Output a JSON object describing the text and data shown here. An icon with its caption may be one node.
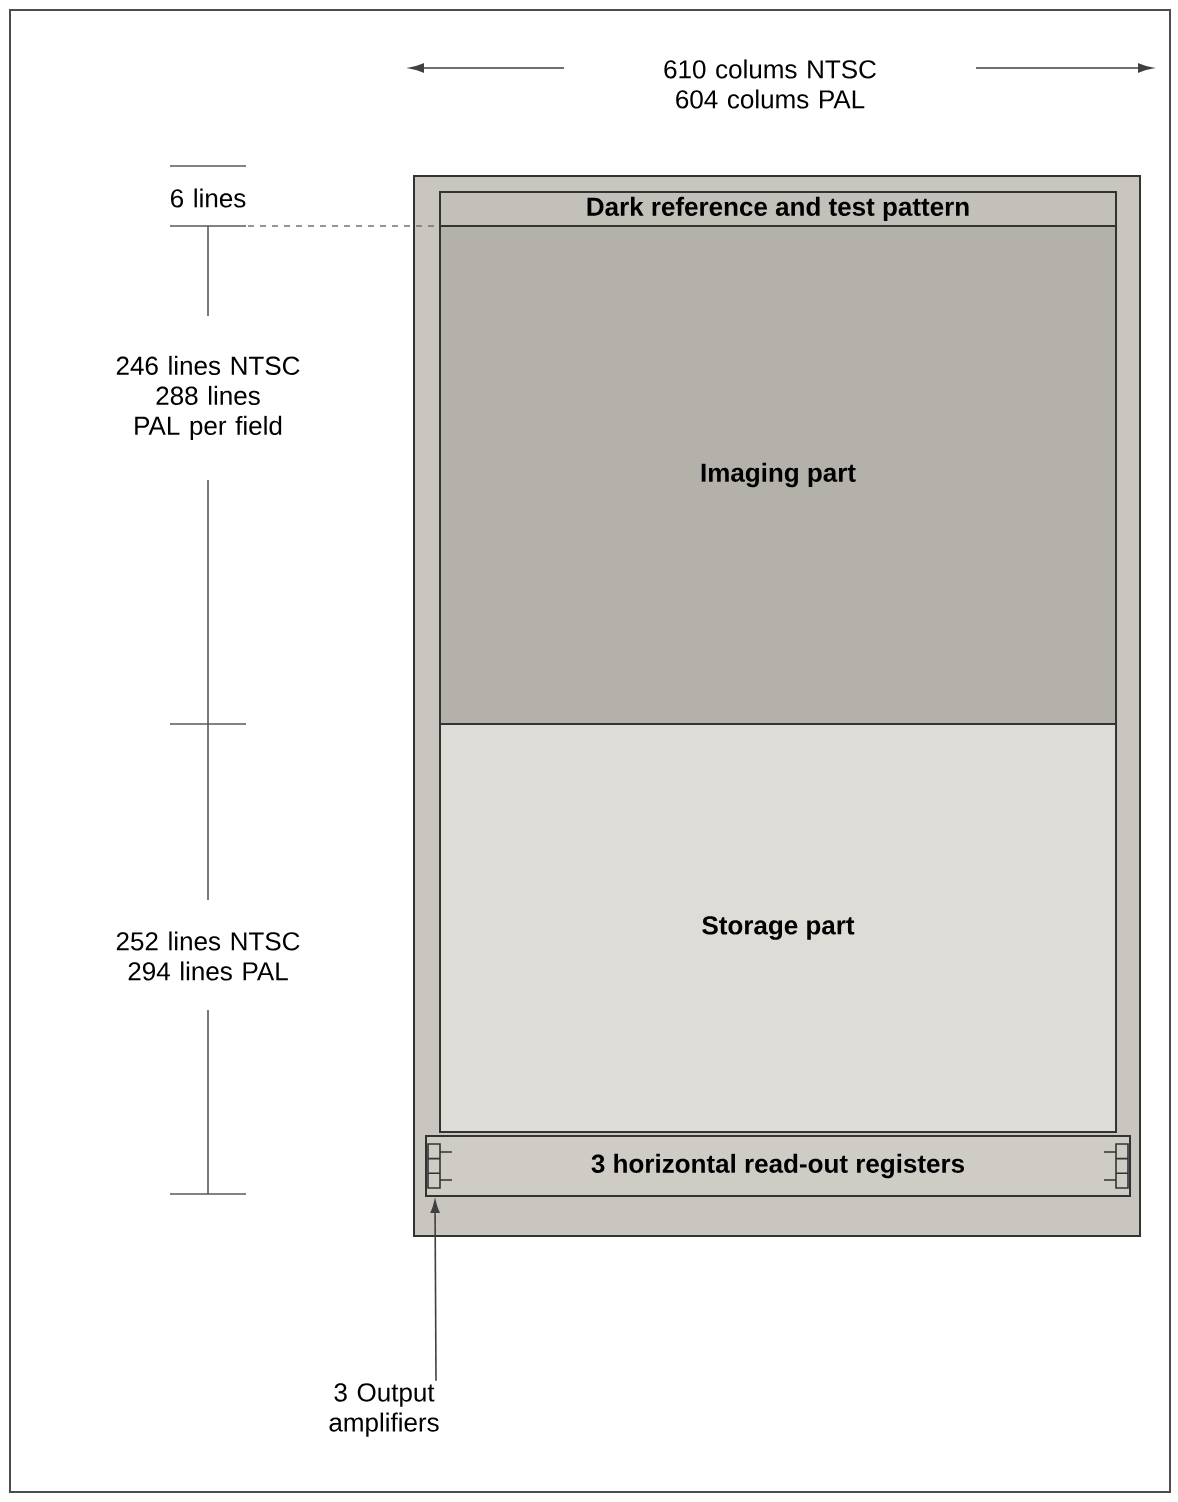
{
  "diagram": {
    "nodes": [
      {
        "text": [],
        "shape": "box"
      },
      {
        "text": [
          "Dark reference and test pattern"
        ],
        "in": 0
      },
      {
        "text": [
          "Imaging part"
        ],
        "in": 0
      },
      {
        "text": [
          "Storage part"
        ],
        "in": 0
      },
      {
        "text": [
          "3 horizontal read-out registers"
        ],
        "in": 0
      },
      {
        "text": [
          "3 Output amplifiers"
        ]
      }
    ],
    "edges": [
      {
        "from": 5,
        "to": 4,
        "arrow": "to"
      }
    ],
    "labels": [
      "610 colums NTSC 604 colums PAL",
      "6 lines",
      "246 lines NTSC 288 lines PAL per field",
      "252 lines NTSC 294 lines PAL"
    ]
  }
}
